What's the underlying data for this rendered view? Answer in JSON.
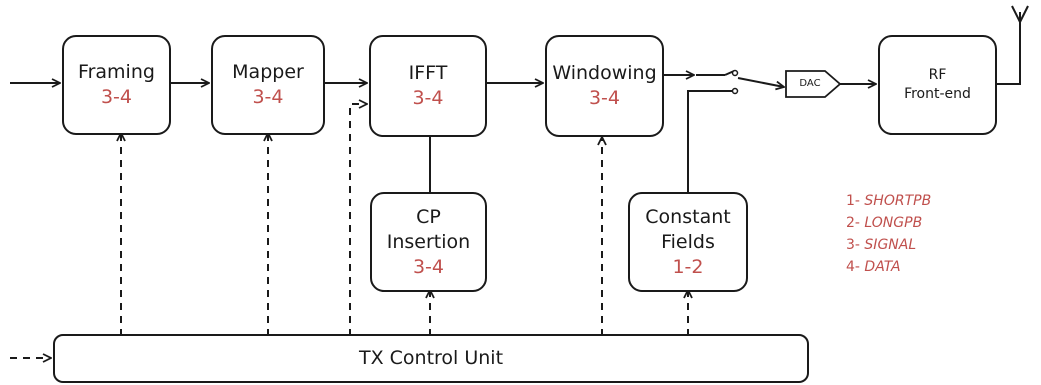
{
  "blocks": {
    "framing": {
      "title": "Framing",
      "sub": "3-4"
    },
    "mapper": {
      "title": "Mapper",
      "sub": "3-4"
    },
    "ifft": {
      "title": "IFFT",
      "sub": "3-4"
    },
    "windowing": {
      "title": "Windowing",
      "sub": "3-4"
    },
    "rf": {
      "line1": "RF",
      "line2": "Front-end"
    },
    "cp": {
      "line1": "CP",
      "line2": "Insertion",
      "sub": "3-4"
    },
    "constant": {
      "line1": "Constant",
      "line2": "Fields",
      "sub": "1-2"
    },
    "control": {
      "title": "TX Control Unit"
    }
  },
  "dac": {
    "label": "DAC"
  },
  "legend": [
    {
      "num": "1-",
      "name": "SHORTPB"
    },
    {
      "num": "2-",
      "name": "LONGPB"
    },
    {
      "num": "3-",
      "name": "SIGNAL"
    },
    {
      "num": "4-",
      "name": "DATA"
    }
  ],
  "colors": {
    "line": "#1a1a1a",
    "accent": "#c0504d"
  }
}
